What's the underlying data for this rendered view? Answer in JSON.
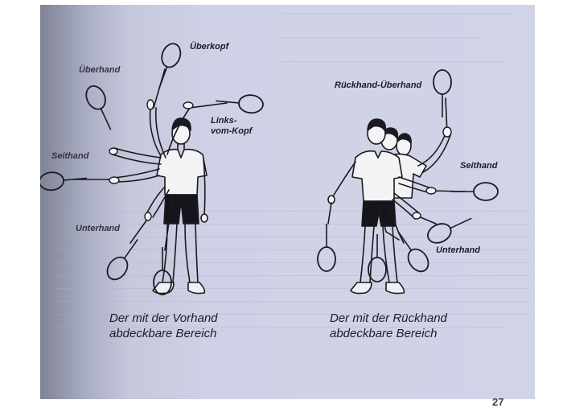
{
  "labels": {
    "ueberkopf": "Überkopf",
    "ueberhand": "Überhand",
    "links_vom_kopf_1": "Links-",
    "links_vom_kopf_2": "vom-Kopf",
    "seithand_left": "Seithand",
    "unterhand_left": "Unterhand",
    "rueckhand_ueberhand": "Rückhand-Überhand",
    "seithand_right": "Seithand",
    "unterhand_right": "Unterhand"
  },
  "captions": {
    "forehand_line1": "Der mit der Vorhand",
    "forehand_line2": "abdeckbare Bereich",
    "backhand_line1": "Der mit der Rückhand",
    "backhand_line2": "abdeckbare Bereich"
  },
  "page_number": "27",
  "colors": {
    "paper": "#d1d3e7",
    "ink": "#1c1c24"
  }
}
